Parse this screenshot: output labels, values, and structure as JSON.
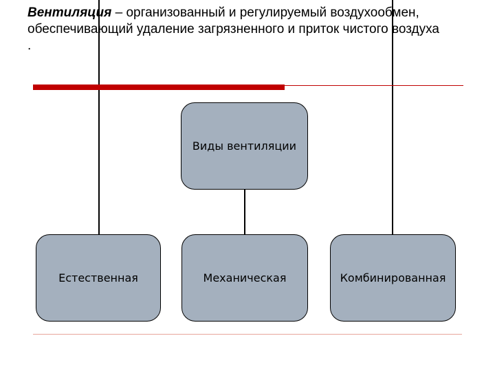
{
  "heading": {
    "term": "Вентиляция",
    "definition": " – организованный и регулируемый воздухообмен, обеспечивающий удаление загрязненного и приток чистого воздуха ."
  },
  "diagram": {
    "root": "Виды вентиляции",
    "children": [
      "Естественная",
      "Механическая",
      "Комбинированная"
    ]
  },
  "colors": {
    "node_fill": "#a4b0be",
    "accent_rule": "#c00000",
    "bottom_rule": "#e8a59a"
  }
}
